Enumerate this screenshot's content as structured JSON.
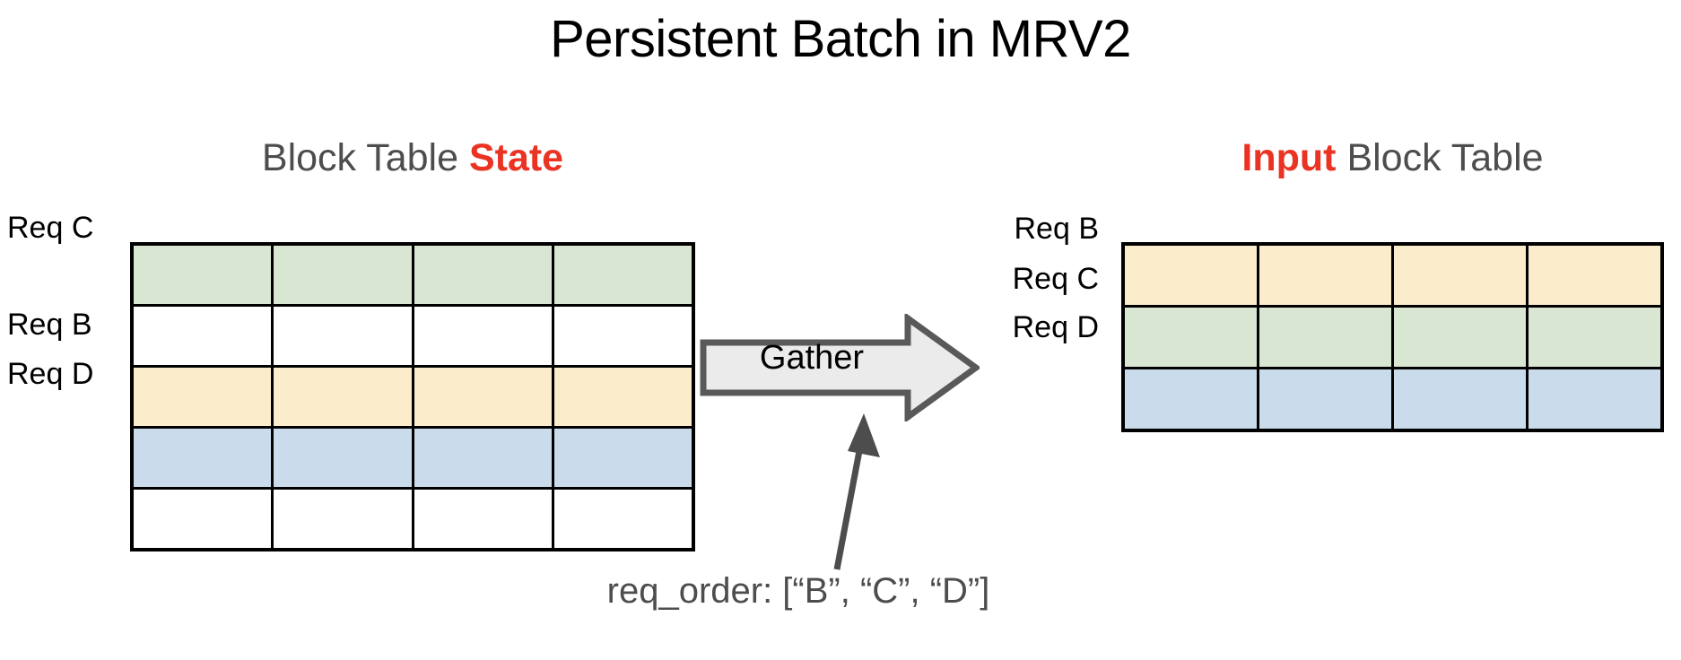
{
  "title": "Persistent Batch in MRV2",
  "left_panel": {
    "heading_plain_before": "Block Table ",
    "heading_accent": "State",
    "heading_plain_after": "",
    "accent_color": "#ea3323",
    "row_labels": [
      "Req C",
      "",
      "Req B",
      "Req D",
      ""
    ],
    "columns": 4,
    "rows": [
      {
        "label": "Req C",
        "color_name": "green",
        "color": "#d9e6d2"
      },
      {
        "label": "",
        "color_name": "empty",
        "color": "#ffffff"
      },
      {
        "label": "Req B",
        "color_name": "yellow",
        "color": "#fbeccc"
      },
      {
        "label": "Req D",
        "color_name": "blue",
        "color": "#cadcec"
      },
      {
        "label": "",
        "color_name": "empty",
        "color": "#ffffff"
      }
    ]
  },
  "right_panel": {
    "heading_accent": "Input",
    "heading_plain_after": " Block Table",
    "accent_color": "#ea3323",
    "columns": 4,
    "rows": [
      {
        "label": "Req B",
        "color_name": "yellow",
        "color": "#fbeccc"
      },
      {
        "label": "Req C",
        "color_name": "green",
        "color": "#d9e6d2"
      },
      {
        "label": "Req D",
        "color_name": "blue",
        "color": "#cadcec"
      }
    ]
  },
  "gather": {
    "label": "Gather",
    "fill": "#ebebeb",
    "stroke": "#595959"
  },
  "req_order": {
    "caption": "req_order: [“B”, “C”, “D”]",
    "text_color": "#4d4d4d",
    "pointer_color": "#4d4d4d"
  }
}
